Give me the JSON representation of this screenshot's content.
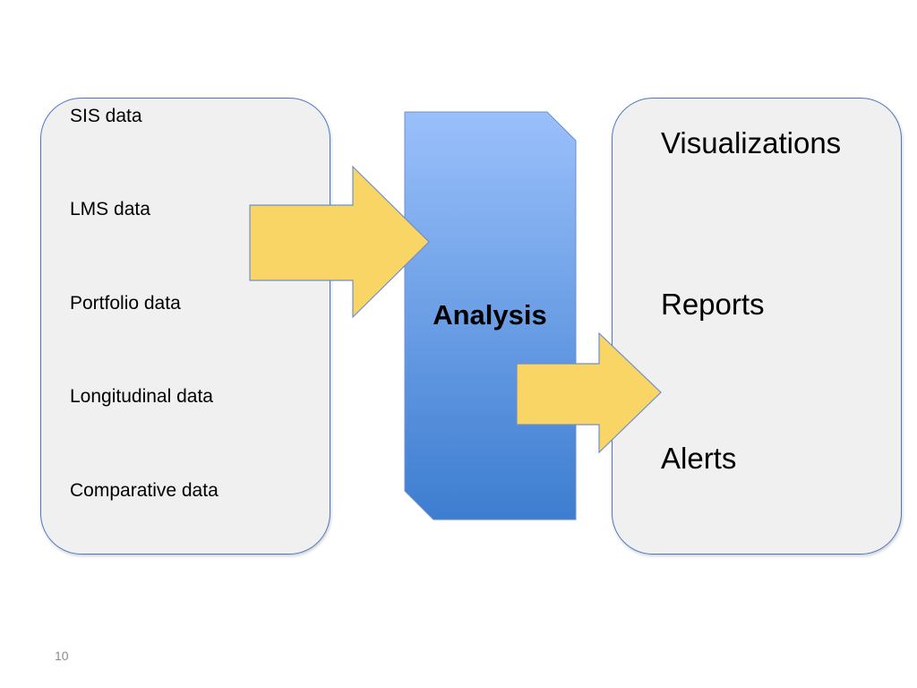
{
  "sources": {
    "items": [
      "SIS data",
      "LMS data",
      "Portfolio data",
      "Longitudinal data",
      "Comparative data"
    ]
  },
  "process": {
    "label": "Analysis"
  },
  "outputs": {
    "items": [
      "Visualizations",
      "Reports",
      "Alerts"
    ]
  },
  "colors": {
    "panel_fill": "#f0f0f0",
    "panel_border": "#4a76c4",
    "arrow_fill": "#f9d566",
    "arrow_border": "#6f8fc8",
    "process_gradient_top": "#9ac0fb",
    "process_gradient_bottom": "#3d7dd0"
  },
  "footer": {
    "page_number": "10"
  }
}
